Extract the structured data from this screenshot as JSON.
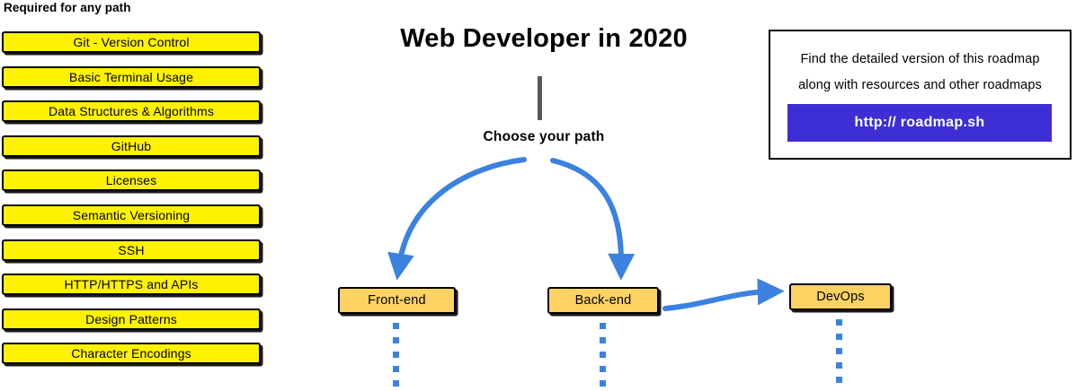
{
  "page": {
    "background_color": "#ffffff",
    "accent_blue": "#3B82E0",
    "node_yellow": "#FFF200",
    "node_orange": "#FCD263",
    "url_button_color": "#3D2FD4",
    "stem_color": "#595959"
  },
  "title": "Web Developer in 2020",
  "choose_path_label": "Choose your path",
  "required_section": {
    "heading": "Required for any path",
    "items": [
      {
        "label": "Git - Version Control"
      },
      {
        "label": "Basic Terminal Usage"
      },
      {
        "label": "Data Structures & Algorithms"
      },
      {
        "label": "GitHub"
      },
      {
        "label": "Licenses"
      },
      {
        "label": "Semantic Versioning"
      },
      {
        "label": "SSH"
      },
      {
        "label": "HTTP/HTTPS and APIs"
      },
      {
        "label": "Design Patterns"
      },
      {
        "label": "Character Encodings"
      }
    ]
  },
  "paths": [
    {
      "label": "Front-end"
    },
    {
      "label": "Back-end"
    },
    {
      "label": "DevOps"
    }
  ],
  "info_box": {
    "line_1": "Find the detailed version of this roadmap",
    "line_2": "along with resources and other roadmaps",
    "url_label": "http:// roadmap.sh"
  }
}
